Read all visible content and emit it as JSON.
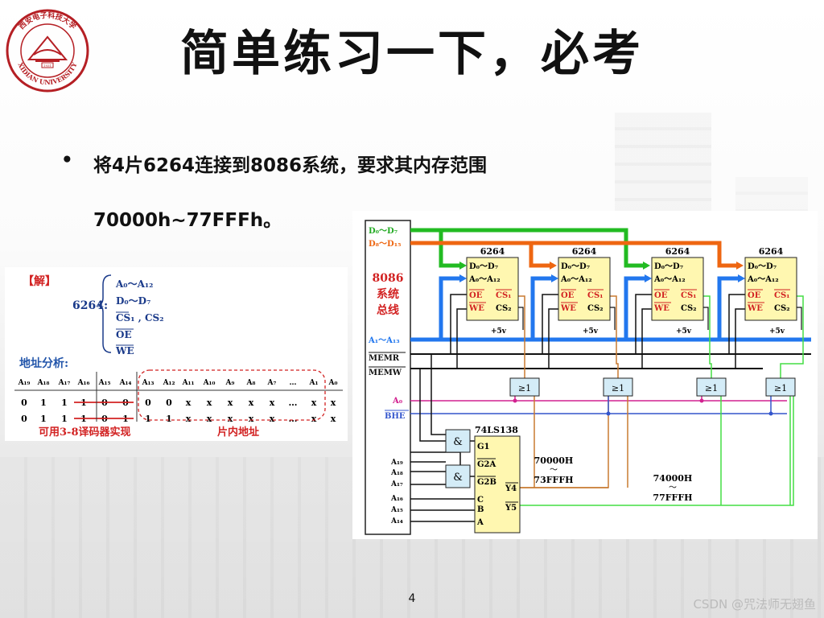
{
  "header": {
    "title": "简单练习一下，必考",
    "logo_text_top": "西安电子科技大学",
    "logo_text_bottom": "XIDIAN UNIVERSITY",
    "logo_year": "1931"
  },
  "bullet": {
    "line1": "将4片6264连接到8086系统，要求其内存范围",
    "line2": "70000h~77FFFh。"
  },
  "solution": {
    "tag": "【解】",
    "chip": "6264:",
    "pins": [
      "A₀～A₁₂",
      "D₀～D₇",
      "CS₁ , CS₂",
      "OE",
      "WE"
    ],
    "analysis_title": "地址分析:",
    "headers": [
      "A₁₉",
      "A₁₈",
      "A₁₇",
      "A₁₆",
      "A₁₅",
      "A₁₄",
      "A₁₃",
      "A₁₂",
      "A₁₁",
      "A₁₀",
      "A₉",
      "A₈",
      "A₇",
      "…",
      "A₁",
      "A₀"
    ],
    "rows": [
      [
        "0",
        "1",
        "1",
        "1",
        "0",
        "0",
        "0",
        "0",
        "x",
        "x",
        "x",
        "x",
        "x",
        "…",
        "x",
        "x"
      ],
      [
        "0",
        "1",
        "1",
        "1",
        "0",
        "1",
        "1",
        "1",
        "x",
        "x",
        "x",
        "x",
        "x",
        "…",
        "x",
        "x"
      ]
    ],
    "decoder_label": "可用3-8译码器实现",
    "intra_label": "片内地址"
  },
  "circuit": {
    "bus_name": "8086\n系统\n总线",
    "bus_lines": [
      "D₀～D₇",
      "D₈～D₁₅",
      "A₁～A₁₃",
      "MEMR",
      "MEMW",
      "A₀",
      "BHE"
    ],
    "chip_name": "6264",
    "chip_pins": [
      "D₀～D₇",
      "A₀～A₁₂",
      "OE",
      "CS₁",
      "WE",
      "CS₂",
      "+5v"
    ],
    "or_gate": "≥1",
    "and_gate": "&",
    "decoder_name": "74LS138",
    "decoder_pins": [
      "G1",
      "G2A",
      "G2B",
      "C",
      "B",
      "A",
      "Y4",
      "Y5"
    ],
    "addr_inputs": [
      "A₁₉",
      "A₁₈",
      "A₁₇",
      "A₁₆",
      "A₁₅",
      "A₁₄"
    ],
    "range_y4": [
      "70000H",
      "～",
      "73FFFH"
    ],
    "range_y5": [
      "74000H",
      "～",
      "77FFFH"
    ]
  },
  "footer": {
    "page_number": "4",
    "watermark": "CSDN @咒法师无翅鱼"
  },
  "colors": {
    "green_bus": "#22bb22",
    "orange_bus": "#ee6611",
    "blue_bus": "#2277ee",
    "chip_fill": "#fff7b0",
    "gate_fill": "#d4ecf7",
    "red_label": "#d22222",
    "logo_red": "#b51f24"
  }
}
